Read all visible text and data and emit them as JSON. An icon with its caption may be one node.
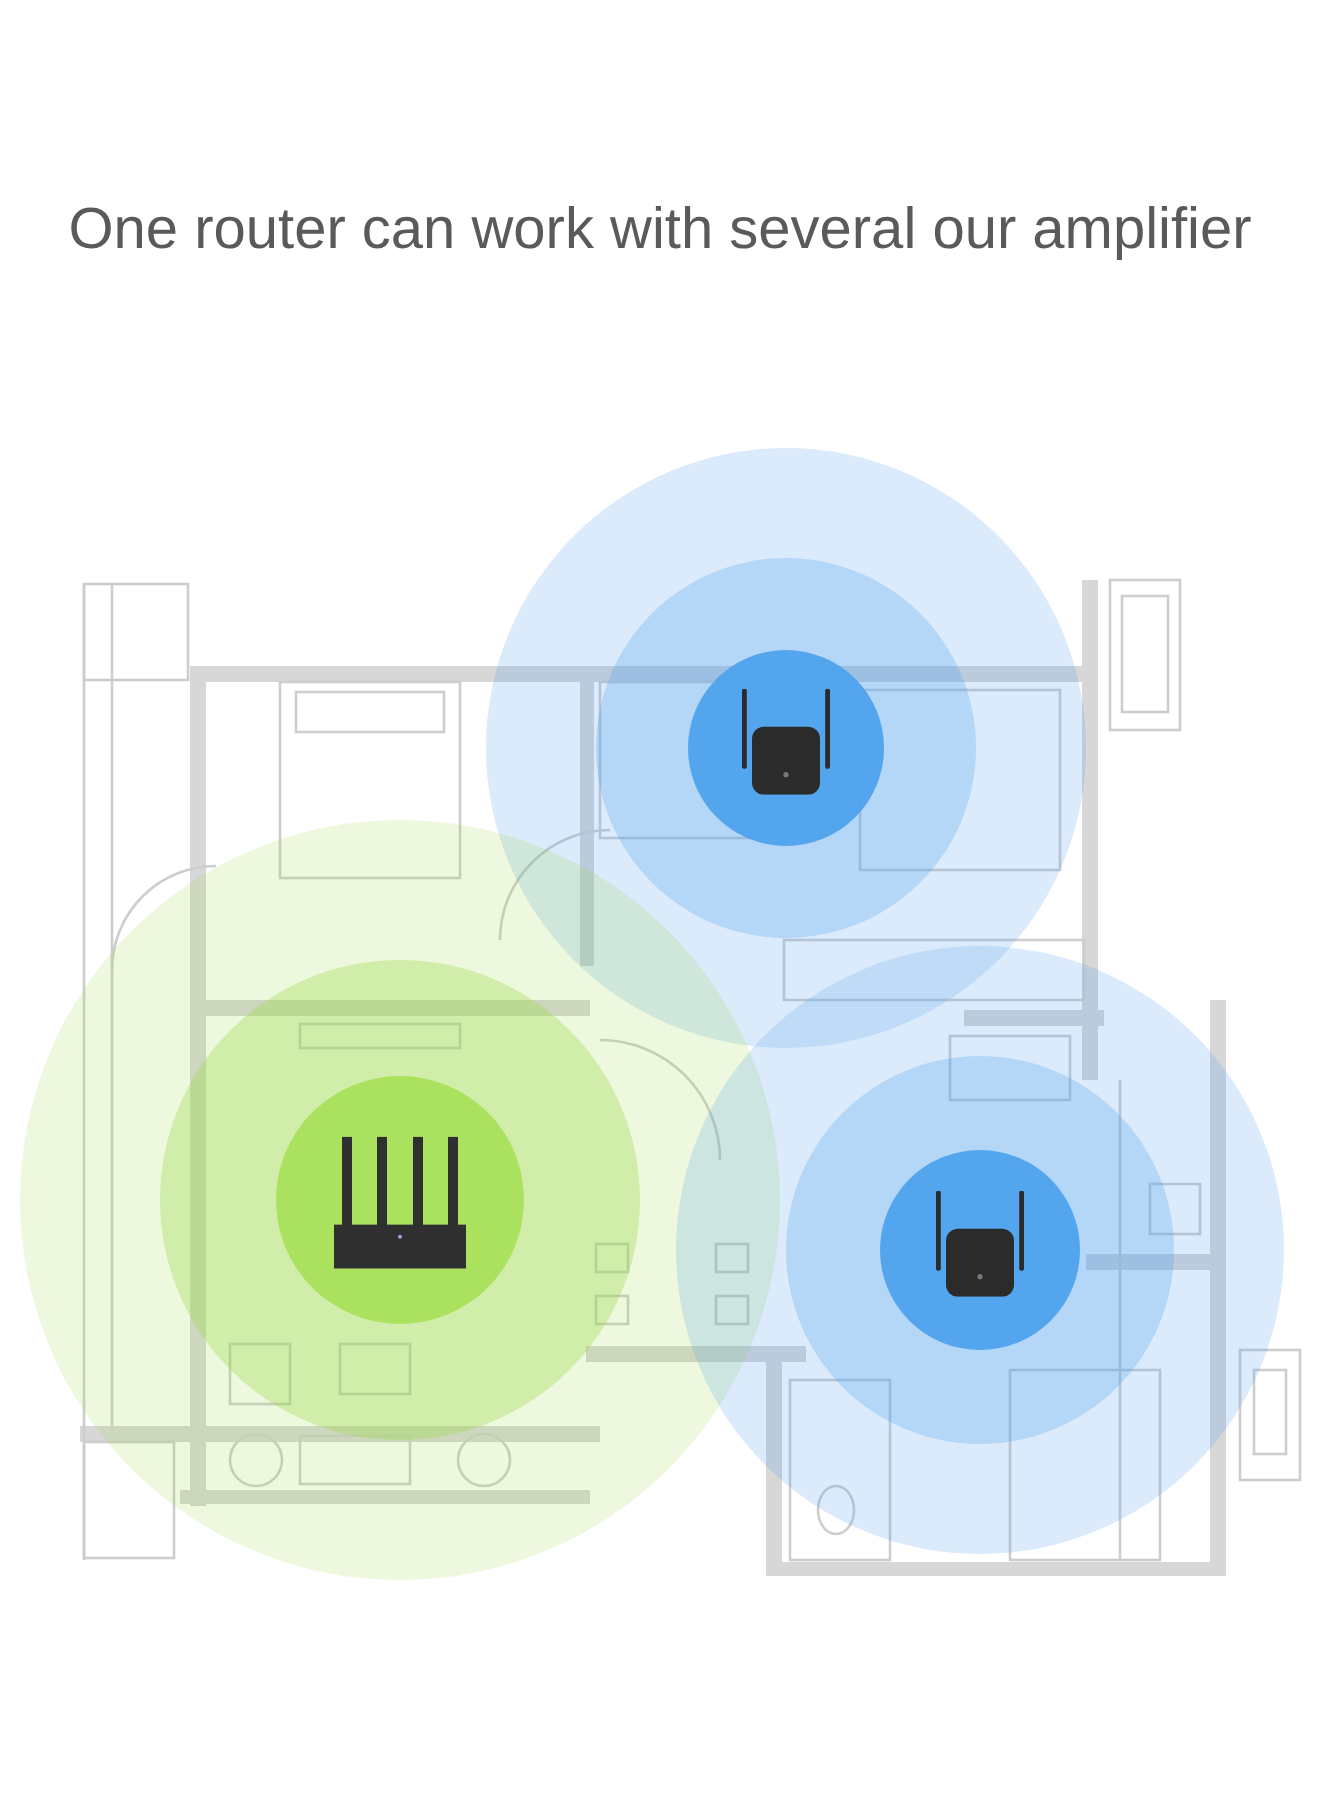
{
  "diagram": {
    "title": "One router can work with several our amplifier",
    "nodes": [
      {
        "text": [],
        "shape": "circle"
      },
      {
        "text": [],
        "shape": "circle"
      },
      {
        "text": [],
        "shape": "circle"
      }
    ]
  }
}
